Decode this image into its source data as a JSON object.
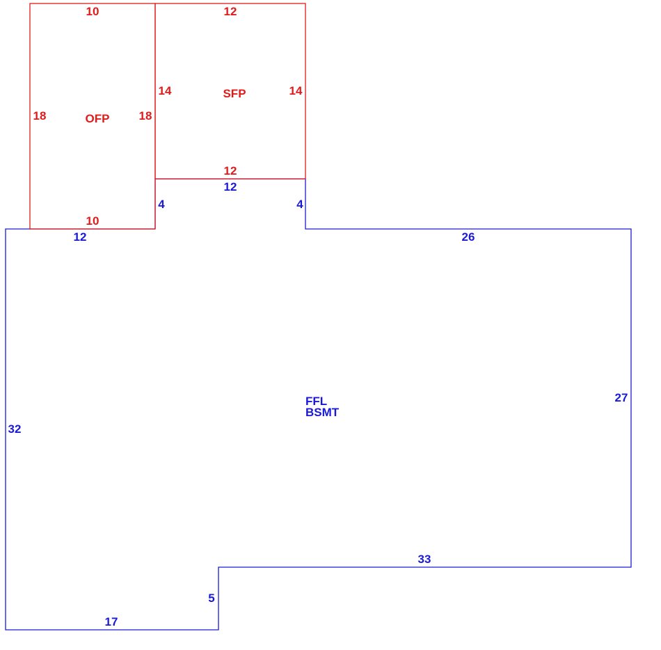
{
  "colors": {
    "addition": "#e01b1b",
    "main": "#1a1ad6",
    "background": "#ffffff"
  },
  "ofp": {
    "name": "OFP",
    "top": "10",
    "left": "18",
    "right": "18",
    "bottom": "10"
  },
  "sfp": {
    "name": "SFP",
    "top": "12",
    "left": "14",
    "right": "14",
    "bottom": "12"
  },
  "main": {
    "name_line1": "FFL",
    "name_line2": "BSMT",
    "top_notch": "12",
    "notch_left": "4",
    "notch_right": "4",
    "top_left": "12",
    "top_right": "26",
    "right": "27",
    "left": "32",
    "bottom_step": "33",
    "step": "5",
    "bottom": "17"
  }
}
